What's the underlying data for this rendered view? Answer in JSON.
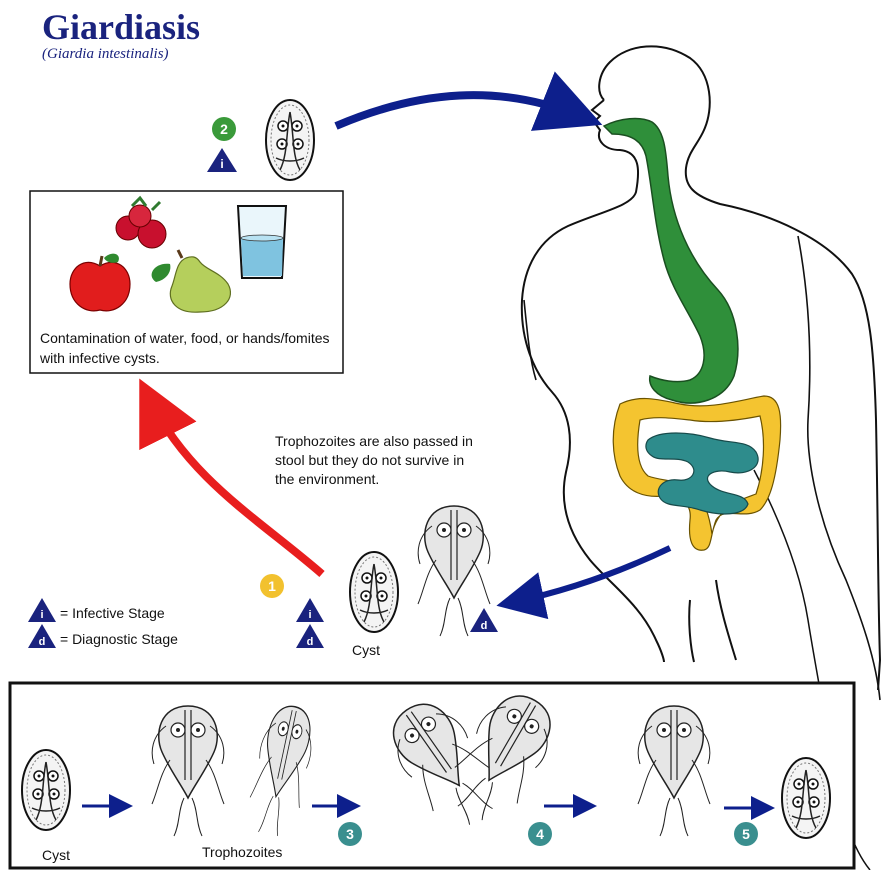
{
  "title": "Giardiasis",
  "subtitle": "(Giardia intestinalis)",
  "contamination_text": "Contamination of water, food, or hands/fomites with infective cysts.",
  "trophozoite_note": "Trophozoites are also passed in stool but they do not survive in the environment.",
  "legend": {
    "infective_symbol": "i",
    "infective_label": "= Infective Stage",
    "diagnostic_symbol": "d",
    "diagnostic_label": "= Diagnostic Stage"
  },
  "steps": [
    "1",
    "2",
    "3",
    "4",
    "5"
  ],
  "stage_labels": {
    "cyst": "Cyst",
    "trophozoites": "Trophozoites"
  },
  "colors": {
    "title": "#1a237e",
    "arrow_blue": "#0d1f8c",
    "arrow_red": "#e81e1e",
    "step_green": "#3a9a3a",
    "step_yellow": "#f2c12e",
    "step_teal": "#3a8f8f",
    "esophagus_green": "#2f8f3a",
    "colon_yellow": "#f4c430",
    "small_intestine_teal": "#2e8c8c",
    "triangle_blue": "#1a237e"
  }
}
